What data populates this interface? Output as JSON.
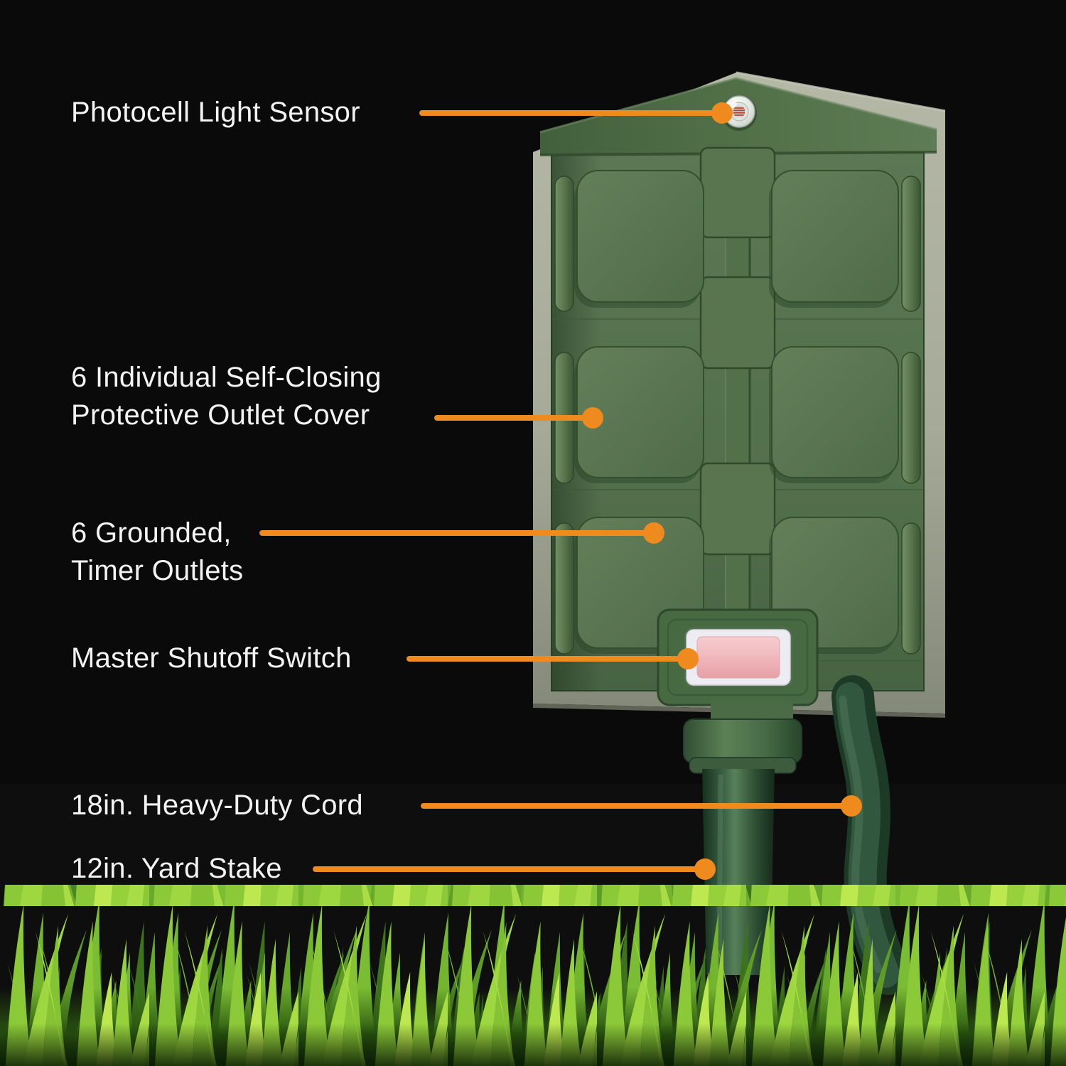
{
  "meta": {
    "title": "6-Outlet Outdoor Photocell Timer Power Stake feature diagram"
  },
  "style": {
    "background": "#0a0a0a",
    "accent_orange": "#ee8a1e",
    "label_color": "#f3f3f3",
    "device_green": "#56714f",
    "backplate_grey": "#a9ad9b",
    "switch_rocker_pink": "#eeb3b8",
    "grass_green": "#8cc938"
  },
  "callouts": [
    {
      "id": "photocell",
      "line1": "Photocell Light Sensor"
    },
    {
      "id": "outlet-covers",
      "line1": "6 Individual Self-Closing",
      "line2": "Protective Outlet Cover"
    },
    {
      "id": "timer-outlets",
      "line1": "6 Grounded,",
      "line2": "Timer Outlets"
    },
    {
      "id": "master-switch",
      "line1": "Master Shutoff Switch"
    },
    {
      "id": "cord",
      "line1": "18in. Heavy-Duty Cord"
    },
    {
      "id": "stake",
      "line1": "12in. Yard Stake"
    }
  ]
}
